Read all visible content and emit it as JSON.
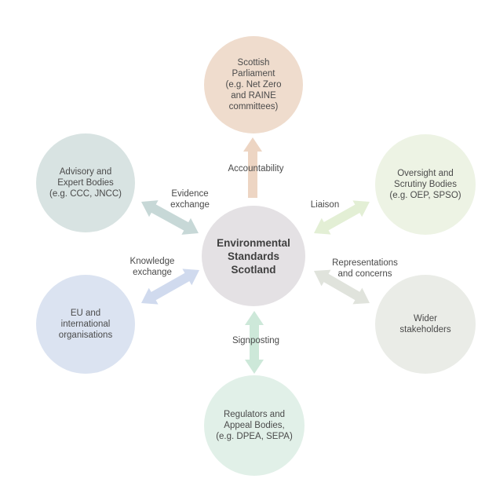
{
  "diagram": {
    "center": {
      "label": "Environmental\nStandards\nScotland",
      "color": "#e4e1e4"
    },
    "nodes": [
      {
        "id": "parliament",
        "label": "Scottish\nParliament\n(e.g. Net Zero\nand RAINE\ncommittees)",
        "color": "#efdccd"
      },
      {
        "id": "oversight",
        "label": "Oversight and\nScrutiny Bodies\n(e.g. OEP, SPSO)",
        "color": "#edf3e4"
      },
      {
        "id": "stakeholders",
        "label": "Wider\nstakeholders",
        "color": "#eaece7"
      },
      {
        "id": "regulators",
        "label": "Regulators and\nAppeal Bodies,\n(e.g. DPEA, SEPA)",
        "color": "#e1f0e8"
      },
      {
        "id": "eu",
        "label": "EU and\ninternational\norganisations",
        "color": "#dbe3f1"
      },
      {
        "id": "advisory",
        "label": "Advisory and\nExpert Bodies\n(e.g. CCC, JNCC)",
        "color": "#d8e3e2"
      }
    ],
    "edges": [
      {
        "id": "accountability",
        "label": "Accountability",
        "color": "#edd5c3"
      },
      {
        "id": "liaison",
        "label": "Liaison",
        "color": "#e3efd5"
      },
      {
        "id": "representations",
        "label": "Representations\nand concerns",
        "color": "#e0e3dc"
      },
      {
        "id": "signposting",
        "label": "Signposting",
        "color": "#cde8d9"
      },
      {
        "id": "knowledge",
        "label": "Knowledge\nexchange",
        "color": "#d0daee"
      },
      {
        "id": "evidence",
        "label": "Evidence\nexchange",
        "color": "#c7d8d7"
      }
    ]
  }
}
